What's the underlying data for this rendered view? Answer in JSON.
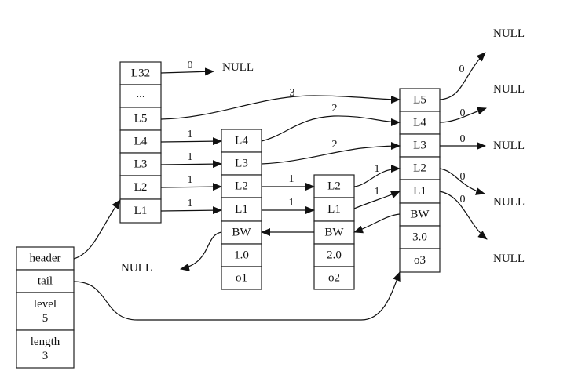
{
  "diagram": {
    "type": "skiplist",
    "header_struct": {
      "fields": [
        {
          "label": "header"
        },
        {
          "label": "tail"
        },
        {
          "label": "level",
          "value": "5"
        },
        {
          "label": "length",
          "value": "3"
        }
      ]
    },
    "header_node": {
      "levels": [
        "L32",
        "...",
        "L5",
        "L4",
        "L3",
        "L2",
        "L1"
      ]
    },
    "nodes": [
      {
        "id": "o1",
        "levels": [
          "L4",
          "L3",
          "L2",
          "L1"
        ],
        "backward": "BW",
        "score": "1.0",
        "obj": "o1"
      },
      {
        "id": "o2",
        "levels": [
          "L2",
          "L1"
        ],
        "backward": "BW",
        "score": "2.0",
        "obj": "o2"
      },
      {
        "id": "o3",
        "levels": [
          "L5",
          "L4",
          "L3",
          "L2",
          "L1"
        ],
        "backward": "BW",
        "score": "3.0",
        "obj": "o3"
      }
    ],
    "null_label": "NULL",
    "edge_labels": {
      "h_L32_null": "0",
      "h_L5_o3": "3",
      "h_L4_o1": "1",
      "h_L3_o1": "1",
      "h_L2_o1": "1",
      "h_L1_o1": "1",
      "o1_L4_o3": "2",
      "o1_L3_o3": "2",
      "o1_L2_o2": "1",
      "o1_L1_o2": "1",
      "o2_L2_o3": "1",
      "o2_L1_o3": "1",
      "o3_L5_null": "0",
      "o3_L4_null": "0",
      "o3_L3_null": "0",
      "o3_L2_null": "0",
      "o3_L1_null": "0"
    }
  }
}
